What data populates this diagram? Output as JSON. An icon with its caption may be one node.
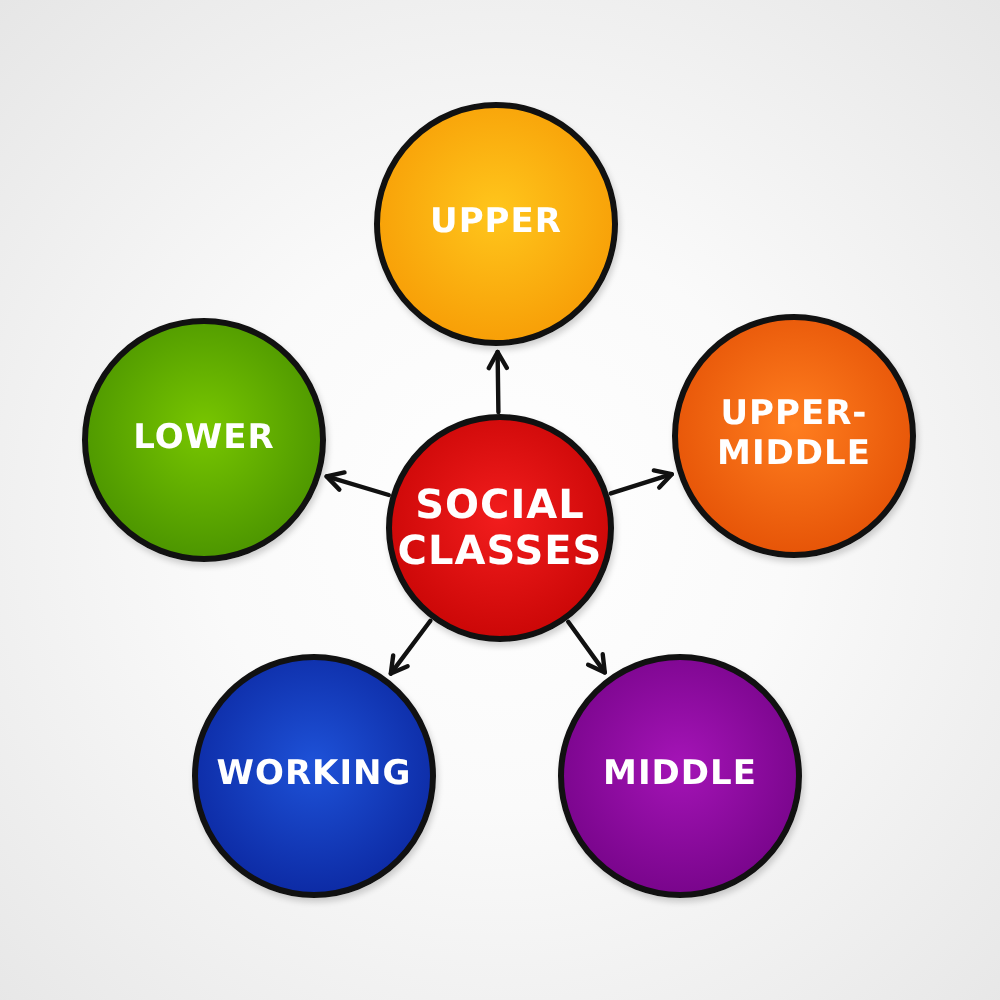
{
  "diagram": {
    "nodes": [
      {
        "text": [
          "SOCIAL CLASSES"
        ]
      },
      {
        "text": [
          "UPPER"
        ]
      },
      {
        "text": [
          "UPPER-MIDDLE"
        ]
      },
      {
        "text": [
          "MIDDLE"
        ]
      },
      {
        "text": [
          "WORKING"
        ]
      },
      {
        "text": [
          "LOWER"
        ]
      }
    ],
    "edges": [
      {
        "from": 0,
        "to": 1,
        "arrow": "to"
      },
      {
        "from": 0,
        "to": 2,
        "arrow": "to"
      },
      {
        "from": 0,
        "to": 3,
        "arrow": "to"
      },
      {
        "from": 0,
        "to": 4,
        "arrow": "to"
      },
      {
        "from": 0,
        "to": 5,
        "arrow": "to"
      }
    ]
  }
}
